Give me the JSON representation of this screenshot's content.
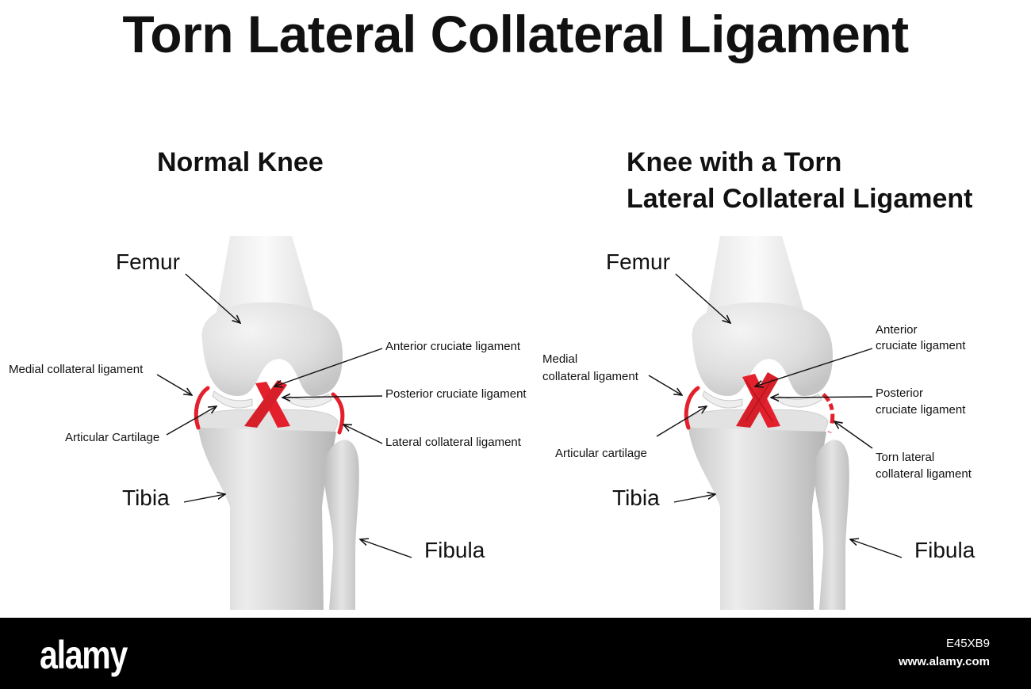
{
  "title": "Torn Lateral Collateral Ligament",
  "left_panel": {
    "title": "Normal Knee",
    "labels": {
      "femur": "Femur",
      "tibia": "Tibia",
      "fibula": "Fibula",
      "medial_collateral": "Medial collateral ligament",
      "articular_cartilage": "Articular Cartilage",
      "anterior_cruciate": "Anterior cruciate ligament",
      "posterior_cruciate": "Posterior cruciate ligament",
      "lateral_collateral": "Lateral collateral ligament"
    }
  },
  "right_panel": {
    "title_line1": "Knee with a Torn",
    "title_line2": "Lateral Collateral Ligament",
    "labels": {
      "femur": "Femur",
      "tibia": "Tibia",
      "fibula": "Fibula",
      "medial_line1": "Medial",
      "medial_line2": "collateral ligament",
      "articular_cartilage": "Articular cartilage",
      "anterior_line1": "Anterior",
      "anterior_line2": "cruciate ligament",
      "posterior_line1": "Posterior",
      "posterior_line2": "cruciate ligament",
      "torn_line1": "Torn lateral",
      "torn_line2": "collateral ligament"
    }
  },
  "footer": {
    "logo": "alamy",
    "image_id": "E45XB9",
    "url": "www.alamy.com"
  },
  "colors": {
    "ligament_red": "#e3202c",
    "bone_light": "#f2f2f2",
    "bone_mid": "#d6d6d6",
    "bone_dark": "#b5b5b5",
    "footer_bg": "#000000"
  }
}
